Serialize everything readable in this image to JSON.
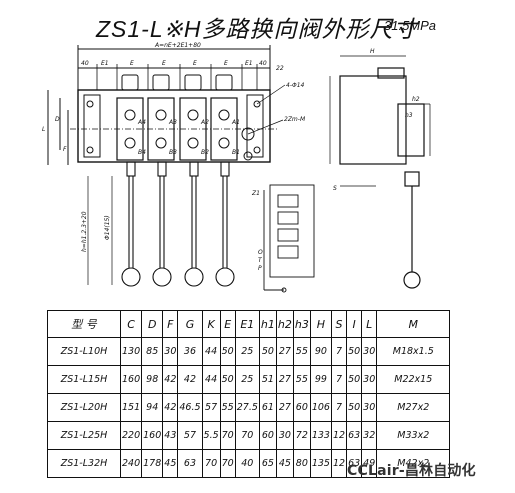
{
  "title": "ZS1-L※H多路换向阀外形尺寸",
  "pressure": "31.5MPa",
  "drawing": {
    "top_dim": "A=nE+2E1+80",
    "dims": [
      "40",
      "E1",
      "E",
      "E",
      "E",
      "E",
      "E1",
      "40",
      "22"
    ],
    "hole_note": "4-Φ14",
    "port_note": "2Zm-M",
    "left_dims": [
      "L",
      "D",
      "F"
    ],
    "handle_dims": [
      "Φ14(15)",
      "h=h1.2.3+20"
    ],
    "port_labels": [
      "A4",
      "B4",
      "A3",
      "B3",
      "A2",
      "B2",
      "A1",
      "B1"
    ],
    "side_dims": [
      "H",
      "h2",
      "h3",
      "S",
      "Z1",
      "P",
      "T",
      "O"
    ]
  },
  "table": {
    "headers": [
      "型 号",
      "C",
      "D",
      "F",
      "G",
      "K",
      "E",
      "E1",
      "h1",
      "h2",
      "h3",
      "H",
      "S",
      "I",
      "L",
      "M"
    ],
    "rows": [
      [
        "ZS1-L10H",
        "130",
        "85",
        "30",
        "36",
        "44",
        "50",
        "25",
        "50",
        "27",
        "55",
        "90",
        "7",
        "50",
        "30",
        "M18x1.5"
      ],
      [
        "ZS1-L15H",
        "160",
        "98",
        "42",
        "42",
        "44",
        "50",
        "25",
        "51",
        "27",
        "55",
        "99",
        "7",
        "50",
        "30",
        "M22x15"
      ],
      [
        "ZS1-L20H",
        "151",
        "94",
        "42",
        "46.5",
        "57",
        "55",
        "27.5",
        "61",
        "27",
        "60",
        "106",
        "7",
        "50",
        "30",
        "M27x2"
      ],
      [
        "ZS1-L25H",
        "220",
        "160",
        "43",
        "57",
        "5.5",
        "70",
        "70",
        "60",
        "30",
        "72",
        "133",
        "12",
        "63",
        "32",
        "M33x2"
      ],
      [
        "ZS1-L32H",
        "240",
        "178",
        "45",
        "63",
        "70",
        "70",
        "40",
        "65",
        "45",
        "80",
        "135",
        "12",
        "63",
        "49",
        "M42x2"
      ]
    ]
  },
  "watermark": "CCLair-昌林自动化"
}
